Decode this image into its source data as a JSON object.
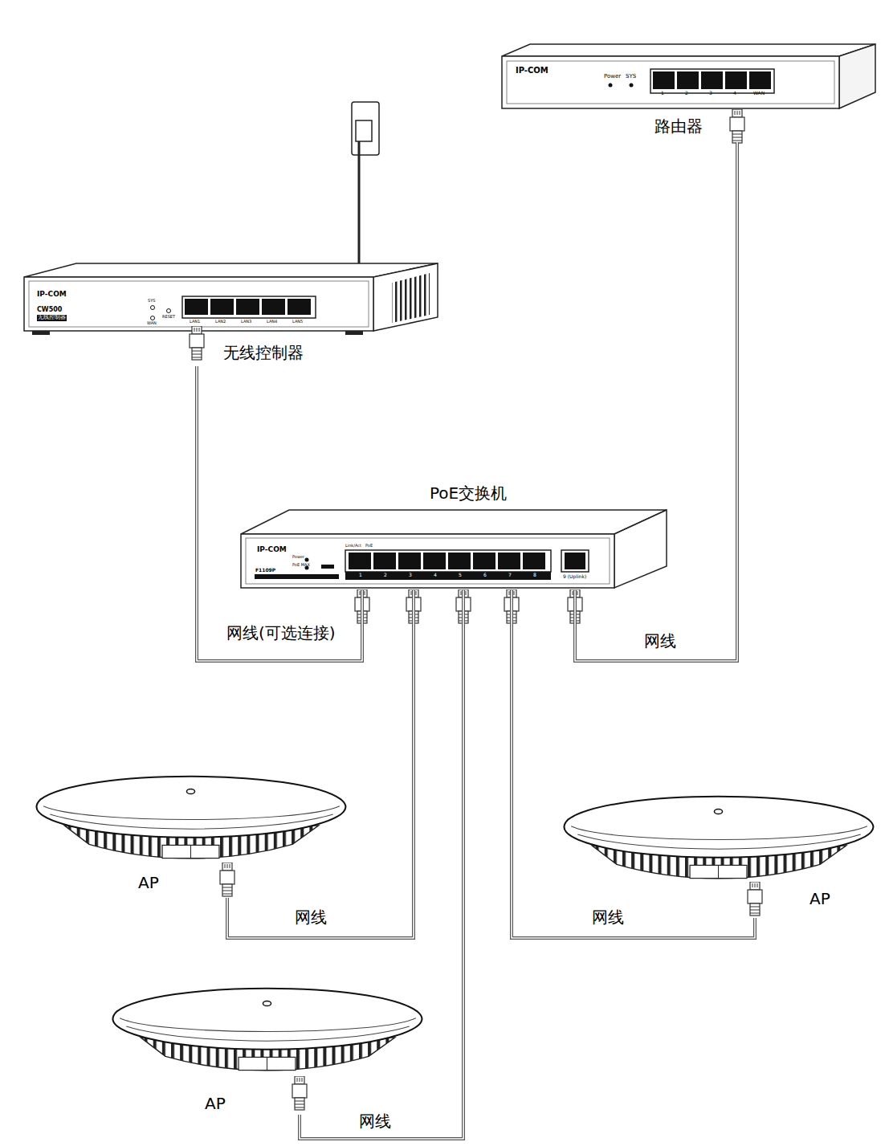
{
  "diagram": {
    "nodes": [
      {
        "text": [
          "路由器"
        ]
      },
      {
        "text": [
          "无线控制器"
        ]
      },
      {
        "text": [
          "PoE交换机"
        ]
      },
      {
        "text": [
          "AP"
        ]
      },
      {
        "text": [
          "AP"
        ]
      },
      {
        "text": [
          "AP"
        ]
      }
    ],
    "edges": [
      {
        "from": 1,
        "to": 2,
        "arrow": "none",
        "label": "网线(可选连接)"
      },
      {
        "from": 2,
        "to": 0,
        "arrow": "none",
        "label": "网线"
      },
      {
        "from": 2,
        "to": 3,
        "arrow": "none",
        "label": "网线"
      },
      {
        "from": 2,
        "to": 4,
        "arrow": "none",
        "label": "网线"
      },
      {
        "from": 2,
        "to": 5,
        "arrow": "none",
        "label": "网线"
      }
    ],
    "labels": [
      "IP-COM",
      "Power",
      "SYS",
      "1",
      "2",
      "3",
      "4",
      "WAN",
      "IP-COM",
      "CW500",
      "无线控制器",
      "SYS",
      "WAN",
      "RESET",
      "LAN1",
      "LAN2",
      "LAN3",
      "LAN4",
      "LAN5",
      "IP-COM",
      "Power",
      "PoE MAX",
      "F1109P",
      "Link/Act",
      "PoE",
      "1",
      "2",
      "3",
      "4",
      "5",
      "6",
      "7",
      "8",
      "9 (Uplink)"
    ]
  }
}
